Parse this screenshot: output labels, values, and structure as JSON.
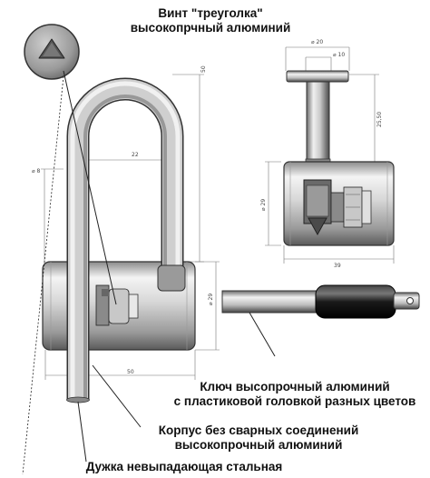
{
  "callouts": {
    "screw": [
      "Винт \"треуголка\"",
      "высокопрчный алюминий"
    ],
    "key": [
      "Ключ высопрочный алюминий",
      "с пластиковой головкой разных цветов"
    ],
    "body": [
      "Корпус без сварных соединений",
      "высокопрочный алюминий"
    ],
    "shackle": [
      "Дужка невыпадающая стальная"
    ]
  },
  "dimensions": {
    "pin_head_dia": "⌀ 20",
    "pin_dia": "⌀ 10",
    "pin_height": "25,50",
    "side_body_dia": "⌀ 29",
    "side_body_length": "39",
    "shackle_height": "50",
    "shackle_span": "22",
    "shackle_dia": "⌀ 8",
    "main_body_dia": "⌀ 29",
    "main_body_length": "50"
  },
  "colors": {
    "metal_light": "#f2f2f2",
    "metal_mid": "#b8b8b8",
    "metal_dark": "#5a5a5a",
    "key_grip": "#1a1a1a",
    "dim_line": "#777777"
  }
}
